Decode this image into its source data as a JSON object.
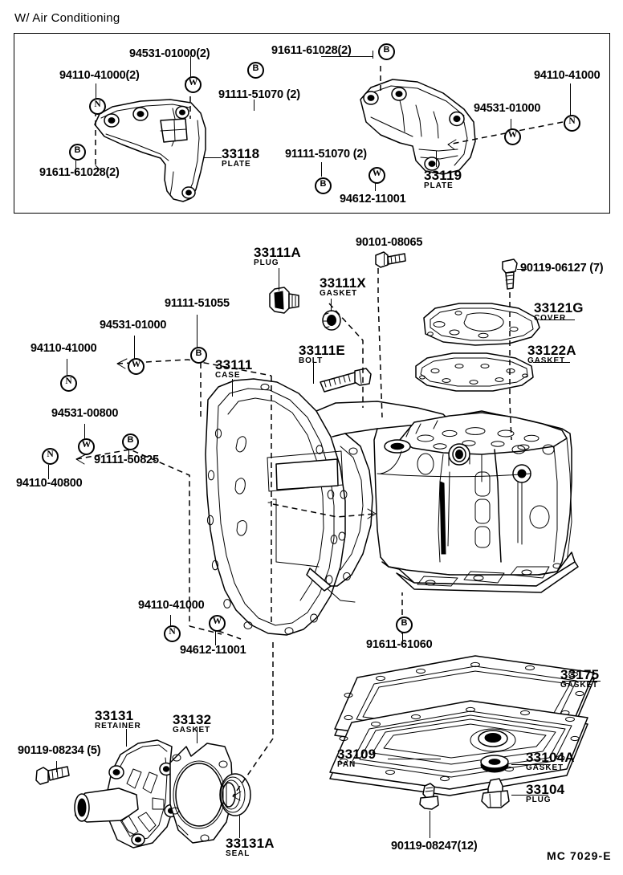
{
  "document": {
    "header_note": "W/ Air Conditioning",
    "footer_code": "MC  7029-E",
    "diagram_type": "exploded parts diagram",
    "subject": "Transmission case, pan and mounting plates"
  },
  "ac_panel": {
    "title": "W/ Air Conditioning",
    "labels": [
      {
        "id": "ac-94531-01000-2",
        "part": "94531-01000(2)",
        "sub": "",
        "marker": "W"
      },
      {
        "id": "ac-94110-41000-2",
        "part": "94110-41000(2)",
        "sub": "",
        "marker": "N"
      },
      {
        "id": "ac-91611-61028-2-top",
        "part": "91611-61028(2)",
        "sub": "",
        "marker": "B"
      },
      {
        "id": "ac-91111-51070-2-left",
        "part": "91111-51070 (2)",
        "sub": "",
        "marker": "B"
      },
      {
        "id": "ac-94110-41000",
        "part": "94110-41000",
        "sub": "",
        "marker": "N"
      },
      {
        "id": "ac-94531-01000",
        "part": "94531-01000",
        "sub": "",
        "marker": "W"
      },
      {
        "id": "ac-33118",
        "part": "33118",
        "sub": "PLATE",
        "marker": ""
      },
      {
        "id": "ac-91611-61028-2-left",
        "part": "91611-61028(2)",
        "sub": "",
        "marker": "B"
      },
      {
        "id": "ac-91111-51070-2-bottom",
        "part": "91111-51070 (2)",
        "sub": "",
        "marker": "B"
      },
      {
        "id": "ac-94612-11001",
        "part": "94612-11001",
        "sub": "",
        "marker": "W"
      },
      {
        "id": "ac-33119",
        "part": "33119",
        "sub": "PLATE",
        "marker": ""
      }
    ]
  },
  "main": {
    "labels": [
      {
        "id": "33111A",
        "part": "33111A",
        "sub": "PLUG"
      },
      {
        "id": "33111X",
        "part": "33111X",
        "sub": "GASKET"
      },
      {
        "id": "90101-08065",
        "part": "90101-08065",
        "sub": ""
      },
      {
        "id": "90119-06127",
        "part": "90119-06127 (7)",
        "sub": ""
      },
      {
        "id": "33121G",
        "part": "33121G",
        "sub": "COVER"
      },
      {
        "id": "33122A",
        "part": "33122A",
        "sub": "GASKET"
      },
      {
        "id": "91111-51055",
        "part": "91111-51055",
        "sub": "",
        "marker": "B"
      },
      {
        "id": "94531-01000",
        "part": "94531-01000",
        "sub": "",
        "marker": "W"
      },
      {
        "id": "94110-41000-upper",
        "part": "94110-41000",
        "sub": "",
        "marker": "N"
      },
      {
        "id": "33111",
        "part": "33111",
        "sub": "CASE"
      },
      {
        "id": "33111E",
        "part": "33111E",
        "sub": "BOLT"
      },
      {
        "id": "94531-00800",
        "part": "94531-00800",
        "sub": "",
        "marker": "W"
      },
      {
        "id": "91111-50825",
        "part": "91111-50825",
        "sub": "",
        "marker": "B"
      },
      {
        "id": "94110-40800",
        "part": "94110-40800",
        "sub": "",
        "marker": "N"
      },
      {
        "id": "94110-41000-lower",
        "part": "94110-41000",
        "sub": "",
        "marker": "N"
      },
      {
        "id": "94612-11001",
        "part": "94612-11001",
        "sub": "",
        "marker": "W"
      },
      {
        "id": "91611-61060",
        "part": "91611-61060",
        "sub": "",
        "marker": "B"
      },
      {
        "id": "33175",
        "part": "33175",
        "sub": "GASKET"
      },
      {
        "id": "33109",
        "part": "33109",
        "sub": "PAN"
      },
      {
        "id": "33104A",
        "part": "33104A",
        "sub": "GASKET"
      },
      {
        "id": "33104",
        "part": "33104",
        "sub": "PLUG"
      },
      {
        "id": "90119-08247",
        "part": "90119-08247(12)",
        "sub": ""
      },
      {
        "id": "33131",
        "part": "33131",
        "sub": "RETAINER"
      },
      {
        "id": "33132",
        "part": "33132",
        "sub": "GASKET"
      },
      {
        "id": "33131A",
        "part": "33131A",
        "sub": "SEAL"
      },
      {
        "id": "90119-08234",
        "part": "90119-08234 (5)",
        "sub": ""
      }
    ],
    "markers": {
      "nut": "N",
      "washer": "W",
      "bolt": "B"
    }
  }
}
